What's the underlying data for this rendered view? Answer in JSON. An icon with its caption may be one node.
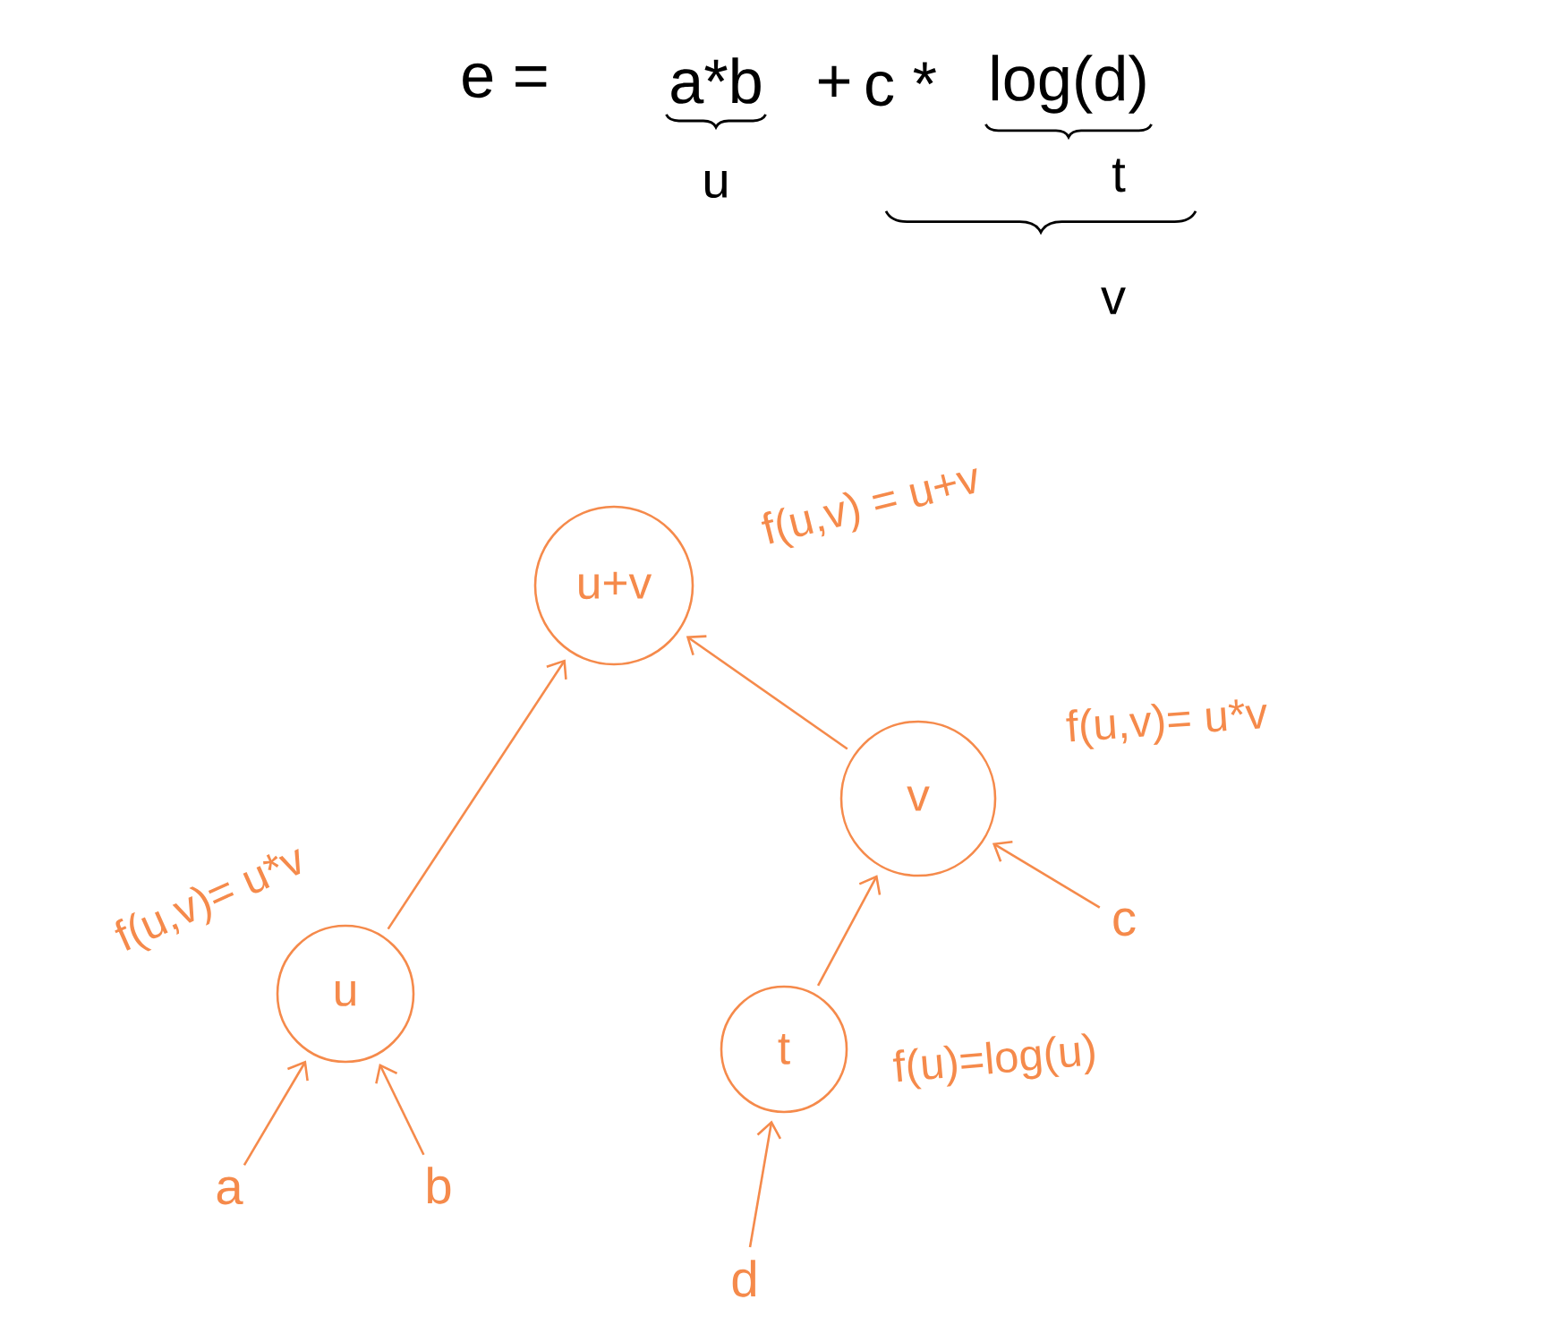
{
  "diagram": {
    "nodes": [
      {
        "text": [
          "u+v"
        ],
        "beside": [
          "f(u,v) = u+v"
        ]
      },
      {
        "text": [
          "v"
        ],
        "beside": [
          "f(u,v)= u*v"
        ]
      },
      {
        "text": [
          "u"
        ],
        "beside": [
          "f(u,v)= u*v"
        ]
      },
      {
        "text": [
          "t"
        ],
        "beside": [
          "f(u)=log(u)"
        ]
      },
      {
        "text": [
          "a"
        ]
      },
      {
        "text": [
          "b"
        ]
      },
      {
        "text": [
          "c"
        ]
      },
      {
        "text": [
          "d"
        ]
      }
    ],
    "edges": [
      {
        "from": 2,
        "to": 0,
        "arrow": "to"
      },
      {
        "from": 1,
        "to": 0,
        "arrow": "to"
      },
      {
        "from": 4,
        "to": 2,
        "arrow": "to"
      },
      {
        "from": 5,
        "to": 2,
        "arrow": "to"
      },
      {
        "from": 3,
        "to": 1,
        "arrow": "to"
      },
      {
        "from": 6,
        "to": 1,
        "arrow": "to"
      },
      {
        "from": 7,
        "to": 3,
        "arrow": "to"
      }
    ],
    "labels": [
      "e =",
      "a*b",
      "+",
      "c *",
      "log(d)",
      "u",
      "t",
      "v"
    ]
  }
}
